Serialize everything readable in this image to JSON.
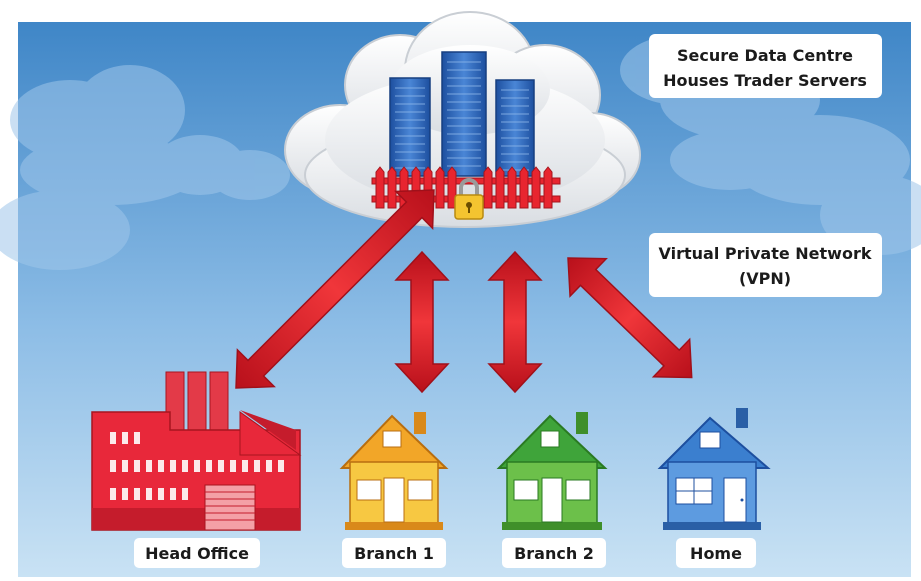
{
  "callouts": {
    "datacentre_line1": "Secure Data Centre",
    "datacentre_line2": "Houses Trader Servers",
    "vpn_line1": "Virtual Private Network",
    "vpn_line2": "(VPN)"
  },
  "sites": {
    "head_office": "Head Office",
    "branch1": "Branch 1",
    "branch2": "Branch 2",
    "home": "Home"
  },
  "colors": {
    "sky_top": "#3f86c7",
    "sky_bottom": "#b9d9f0",
    "arrow": "#e8202a",
    "head_office": "#e8283a",
    "branch1": "#f2b531",
    "branch2": "#5fb844",
    "home": "#2f72bd",
    "server": "#2e63b6"
  }
}
